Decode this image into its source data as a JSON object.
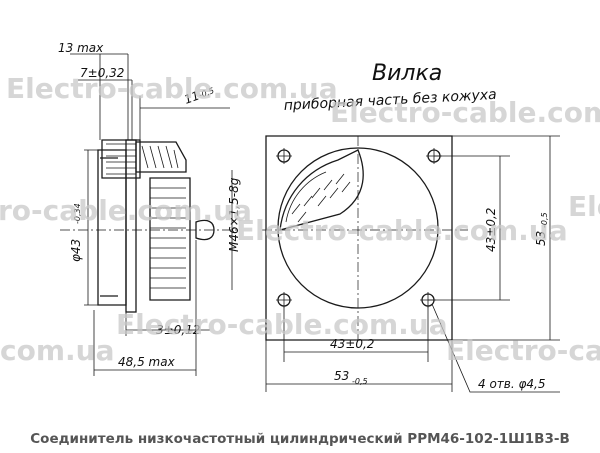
{
  "title": "Вилка",
  "subtitle": "приборная часть без кожуха",
  "dimensions": {
    "d13max": "13 max",
    "d7": "7±0,32",
    "d11": "11",
    "d11_tol": "-0,5",
    "d43left": "φ43",
    "d43left_tol": "-0,34",
    "thread": "M46×1,5-8g",
    "d43_2_vertical": "43±0,2",
    "d53_vertical": "53",
    "d53_vertical_tol": "-0,5",
    "d3": "3±0,12",
    "d485": "48,5 max",
    "d43_2_horizontal": "43±0,2",
    "d53_horizontal": "53",
    "d53_horizontal_tol": "-0,5",
    "holes": "4 отв. φ4,5"
  },
  "watermarks": [
    "Electro-cable.com.ua",
    "Electro-cable.com.ua",
    "ro-cable.com.ua",
    "Electro-cable.com.ua",
    "Electr",
    "Electro-cable.com.ua",
    "com.ua",
    "Electro-cable"
  ],
  "caption": "Соединитель низкочастотный цилиндрический РРМ46-102-1Ш1В3-В",
  "colors": {
    "line": "#1a1a1a",
    "watermark": "#c8c8c8",
    "caption": "#555555"
  }
}
